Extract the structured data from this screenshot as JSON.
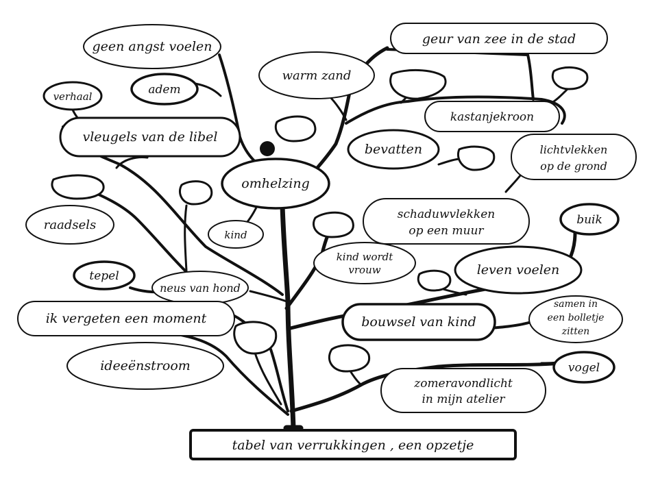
{
  "title": "tabel van verrukkingen , een opzetje",
  "bubbles": {
    "geen_angst": "geen angst voelen",
    "geur_van_zee": [
      "geur van zee in de stad"
    ],
    "verhaal": "verhaal",
    "adem": "adem",
    "warm_zand": "warm zand",
    "vleugels": "vleugels van de libel",
    "kastanjekroon": "kastanjekroon",
    "bevatten": "bevatten",
    "lichtvlekken": [
      "lichtvlekken",
      "op de grond"
    ],
    "omhelzing": "omhelzing",
    "raadsels": "raadsels",
    "schaduwvlekken": [
      "schaduwvlekken",
      "op een muur"
    ],
    "buik": "buik",
    "kind": "kind",
    "kind_wordt_vrouw": [
      "kind wordt",
      "vrouw"
    ],
    "leven_voelen": "leven voelen",
    "tepel": "tepel",
    "neus_van_hond": "neus van hond",
    "samen": [
      "samen in",
      "een bolletje",
      "zitten"
    ],
    "ik_vergeten": "ik vergeten een moment",
    "bouwsel": "bouwsel van kind",
    "ideeenstroom": "ideeënstroom",
    "vogel": "vogel",
    "zomeravondlicht": [
      "zomeravondlicht",
      "in mijn atelier"
    ]
  }
}
